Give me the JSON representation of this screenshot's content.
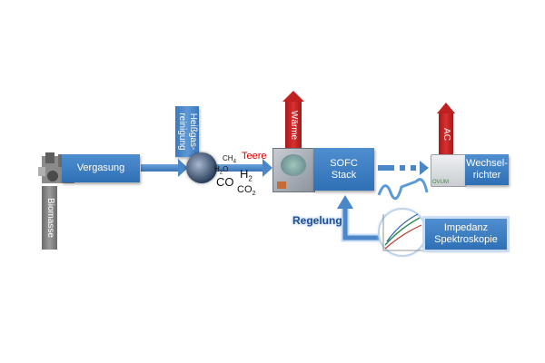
{
  "nodes": {
    "biomasse": "Biomasse",
    "vergasung": "Vergasung",
    "heissgas_line1": "Heißgas-",
    "heissgas_line2": "reinigung",
    "sofc_line1": "SOFC",
    "sofc_line2": "Stack",
    "waerme": "Wärme",
    "ac": "AC",
    "wechsel_line1": "Wechsel-",
    "wechsel_line2": "richter",
    "impedanz_line1": "Impedanz",
    "impedanz_line2": "Spektroskopie",
    "regelung": "Regelung",
    "ovum": "OVUM"
  },
  "gases": {
    "teere": "Teere",
    "ch4": "CH",
    "ch4_sub": "4",
    "h2o_a": "H",
    "h2o_sub": "2",
    "h2o_b": "O",
    "co": "CO",
    "h2": "H",
    "h2_sub": "2",
    "co2": "CO",
    "co2_sub": "2"
  },
  "colors": {
    "box_blue": "#3a7bc4",
    "arrow_blue": "#4a86c8",
    "heat_red": "#c0201f",
    "teere_red": "#d40000"
  }
}
